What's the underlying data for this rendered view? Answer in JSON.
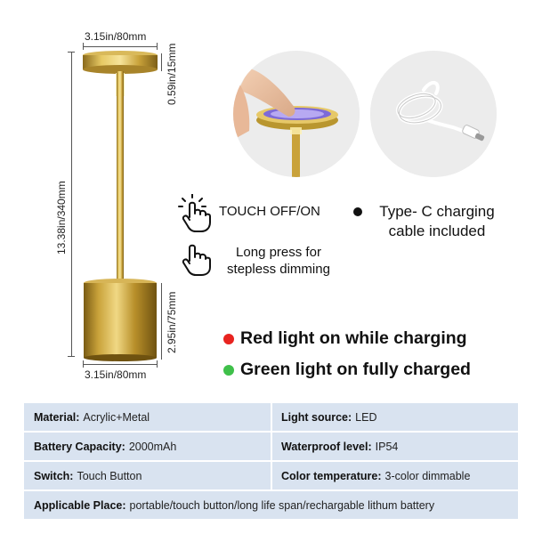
{
  "dimensions": {
    "top_width": "3.15in/80mm",
    "head_height": "0.59in/15mm",
    "total_height": "13.38in/340mm",
    "base_height": "2.95in/75mm",
    "bottom_width": "3.15in/80mm"
  },
  "features": {
    "touch": "TOUCH OFF/ON",
    "long_press_line1": "Long press for",
    "long_press_line2": "stepless dimming",
    "typec_line1": "Type- C charging",
    "typec_line2": "cable included"
  },
  "indicators": {
    "red_text": "Red light on while charging",
    "green_text": "Green light on fully charged",
    "red_color": "#e8231f",
    "green_color": "#3fc04a"
  },
  "specs": {
    "material_label": "Material:",
    "material_value": "Acrylic+Metal",
    "light_source_label": "Light source:",
    "light_source_value": "LED",
    "battery_label": "Battery Capacity:",
    "battery_value": "2000mAh",
    "waterproof_label": "Waterproof level:",
    "waterproof_value": "IP54",
    "switch_label": "Switch:",
    "switch_value": "Touch Button",
    "color_temp_label": "Color temperature:",
    "color_temp_value": "3-color dimmable",
    "place_label": "Applicable Place:",
    "place_value": "portable/touch button/long life span/rechargable lithum battery"
  },
  "colors": {
    "gold": "#c9a43c",
    "table_bg": "#d9e3f0"
  }
}
